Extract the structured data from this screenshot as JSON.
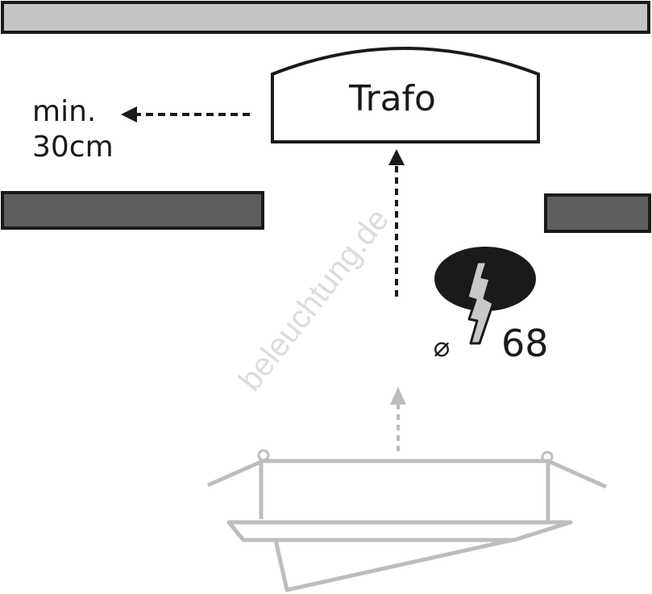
{
  "labels": {
    "trafo": "Trafo",
    "distance_line1": "min.",
    "distance_line2": "30cm",
    "diameter_symbol": "⌀",
    "diameter_value": "68"
  },
  "watermark": "beleuchtung.de",
  "colors": {
    "ceiling_light": "#c4c4c6",
    "ceiling_dark": "#5e5e60",
    "stroke": "#1a1a1a",
    "fixture_gray": "#bdbdbd",
    "watermark": "#dcdcdc"
  }
}
